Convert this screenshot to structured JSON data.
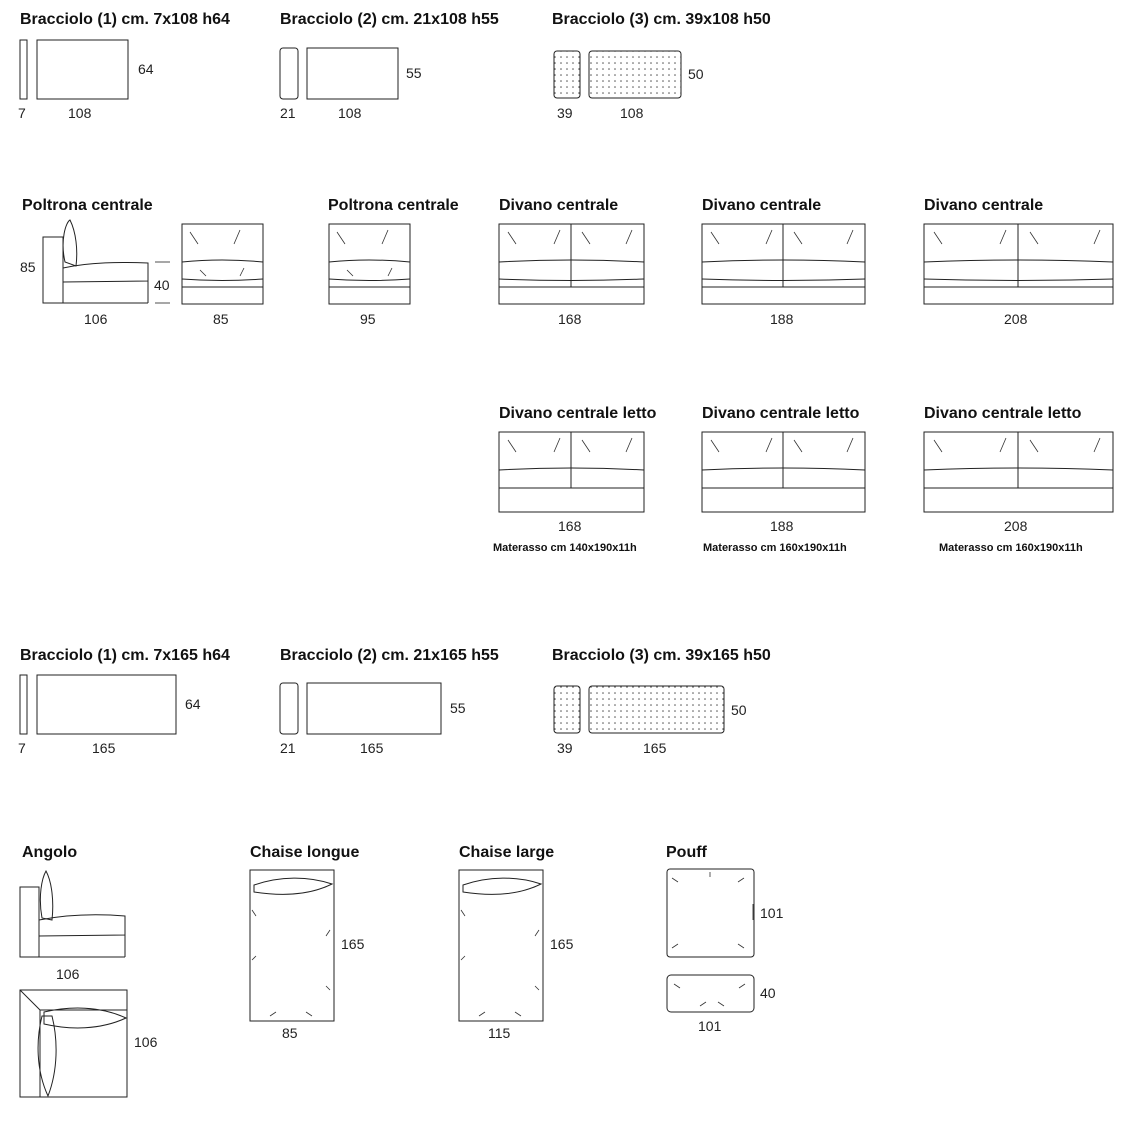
{
  "row1": {
    "b1": {
      "title": "Bracciolo (1) cm. 7x108 h64",
      "w": "7",
      "l": "108",
      "h": "64"
    },
    "b2": {
      "title": "Bracciolo (2) cm. 21x108 h55",
      "w": "21",
      "l": "108",
      "h": "55"
    },
    "b3": {
      "title": "Bracciolo (3) cm. 39x108 h50",
      "w": "39",
      "l": "108",
      "h": "50"
    }
  },
  "row2": {
    "p1": {
      "title": "Poltrona centrale",
      "h": "85",
      "seat": "40",
      "depth": "106",
      "width": "85"
    },
    "p2": {
      "title": "Poltrona centrale",
      "width": "95"
    },
    "d1": {
      "title": "Divano centrale",
      "width": "168"
    },
    "d2": {
      "title": "Divano centrale",
      "width": "188"
    },
    "d3": {
      "title": "Divano centrale",
      "width": "208"
    }
  },
  "row3": {
    "l1": {
      "title": "Divano centrale letto",
      "width": "168",
      "mattress": "Materasso cm 140x190x11h"
    },
    "l2": {
      "title": "Divano centrale letto",
      "width": "188",
      "mattress": "Materasso cm 160x190x11h"
    },
    "l3": {
      "title": "Divano centrale letto",
      "width": "208",
      "mattress": "Materasso cm 160x190x11h"
    }
  },
  "row4": {
    "b1": {
      "title": "Bracciolo (1) cm. 7x165 h64",
      "w": "7",
      "l": "165",
      "h": "64"
    },
    "b2": {
      "title": "Bracciolo (2) cm. 21x165 h55",
      "w": "21",
      "l": "165",
      "h": "55"
    },
    "b3": {
      "title": "Bracciolo (3) cm. 39x165 h50",
      "w": "39",
      "l": "165",
      "h": "50"
    }
  },
  "row5": {
    "angolo": {
      "title": "Angolo",
      "depth": "106",
      "side": "106"
    },
    "chaise_longue": {
      "title": "Chaise longue",
      "length": "165",
      "width": "85"
    },
    "chaise_large": {
      "title": "Chaise large",
      "length": "165",
      "width": "115"
    },
    "pouff": {
      "title": "Pouff",
      "size": "101",
      "height": "40",
      "width": "101"
    }
  }
}
